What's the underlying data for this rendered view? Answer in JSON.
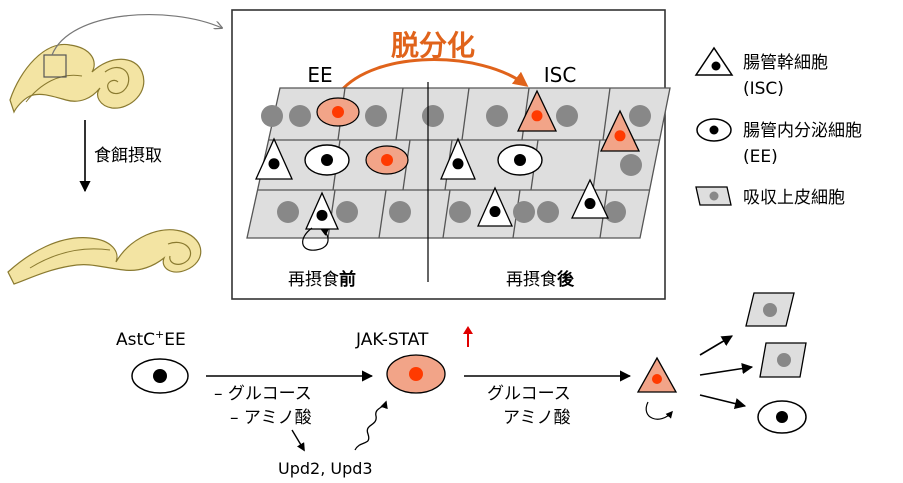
{
  "colors": {
    "gut_fill": "#f3e4a3",
    "gut_stroke": "#8a7a30",
    "cell_gray": "#dedede",
    "nucleus_gray": "#888888",
    "salmon": "#f2a488",
    "nucleus_red": "#ff3a00",
    "accent_orange": "#e0631b",
    "arrow_red": "#e00000",
    "line": "#000000"
  },
  "text": {
    "feeding_label": "食餌摂取",
    "panel_title": "脱分化",
    "ee_label": "EE",
    "isc_label": "ISC",
    "before_prefix": "再摂食",
    "before_bold": "前",
    "after_prefix": "再摂食",
    "after_bold": "後",
    "astc_main": "AstC",
    "astc_sup": "+",
    "astc_tail": "EE",
    "arrow1_line1": "– グルコース",
    "arrow1_line2": "– アミノ酸",
    "jakstat": "JAK-STAT",
    "arrow2_line1": "グルコース",
    "arrow2_line2": "アミノ酸",
    "upd": "Upd2, Upd3"
  },
  "legend": [
    {
      "icon": "isc-triangle",
      "line1": "腸管幹細胞",
      "line2": "(ISC)"
    },
    {
      "icon": "ee-ellipse",
      "line1": "腸管内分泌細胞",
      "line2": "(EE)"
    },
    {
      "icon": "enterocyte-parallelogram",
      "line1": "吸収上皮細胞",
      "line2": ""
    }
  ]
}
